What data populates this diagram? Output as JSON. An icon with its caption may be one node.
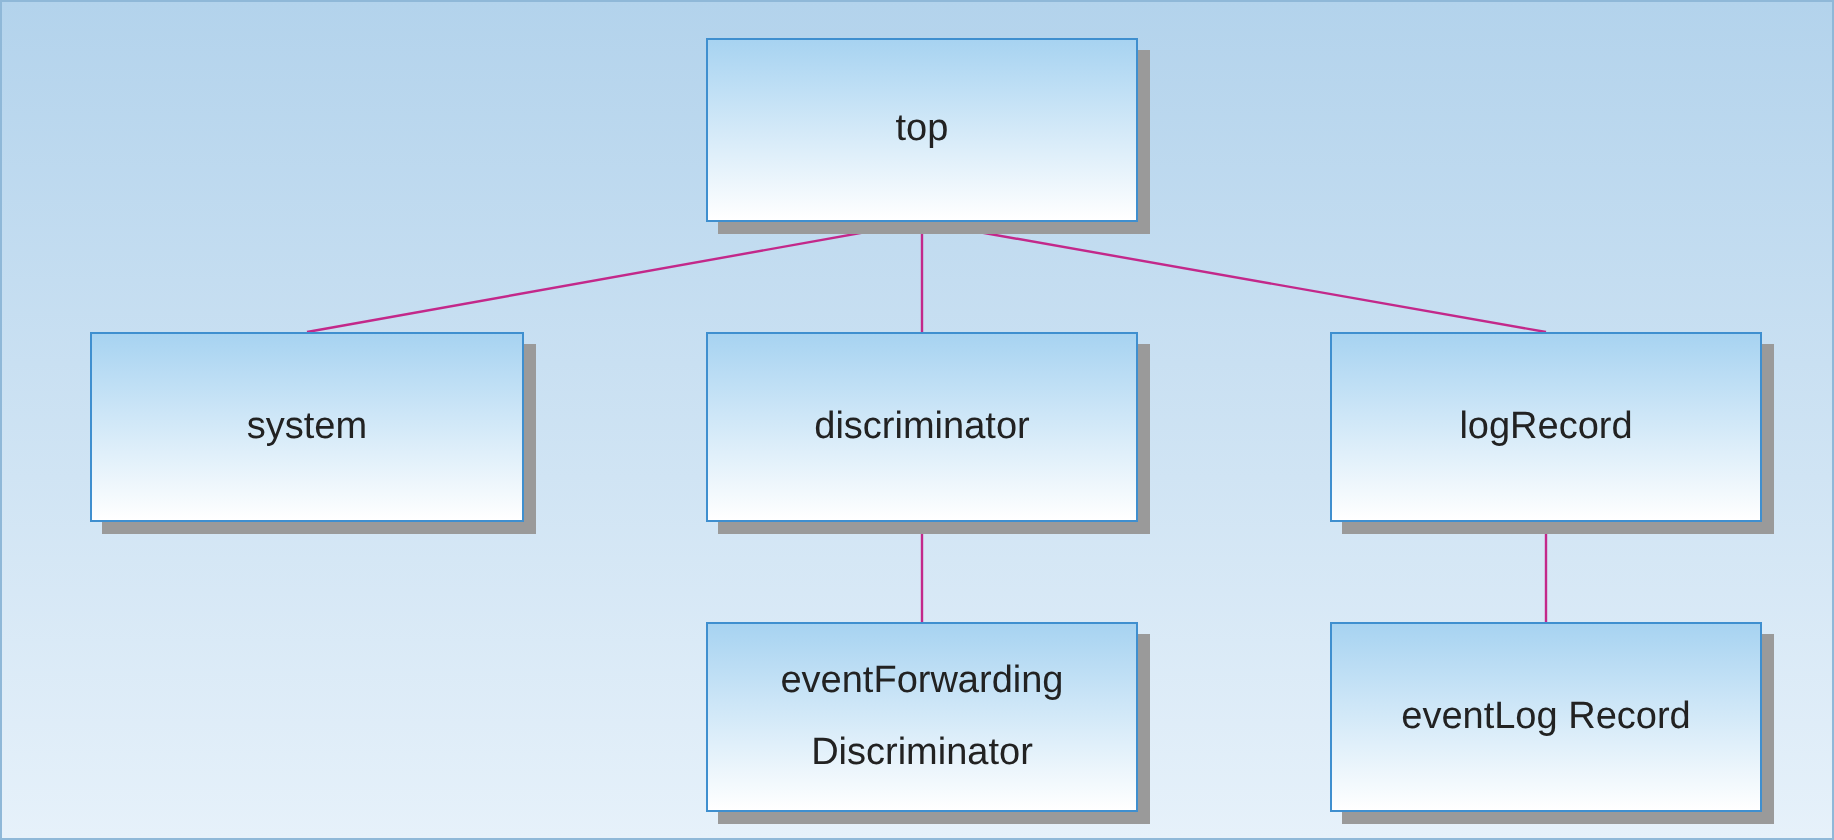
{
  "diagram": {
    "nodes": [
      {
        "text": [
          "top"
        ]
      },
      {
        "text": [
          "system"
        ]
      },
      {
        "text": [
          "discriminator"
        ]
      },
      {
        "text": [
          "logRecord"
        ]
      },
      {
        "text": [
          "eventForwarding Discriminator"
        ]
      },
      {
        "text": [
          "eventLog Record"
        ]
      }
    ],
    "edges": [
      {
        "from": 0,
        "to": 1,
        "arrow": "none"
      },
      {
        "from": 0,
        "to": 2,
        "arrow": "none"
      },
      {
        "from": 0,
        "to": 3,
        "arrow": "none"
      },
      {
        "from": 2,
        "to": 4,
        "arrow": "none"
      },
      {
        "from": 3,
        "to": 5,
        "arrow": "none"
      }
    ]
  }
}
